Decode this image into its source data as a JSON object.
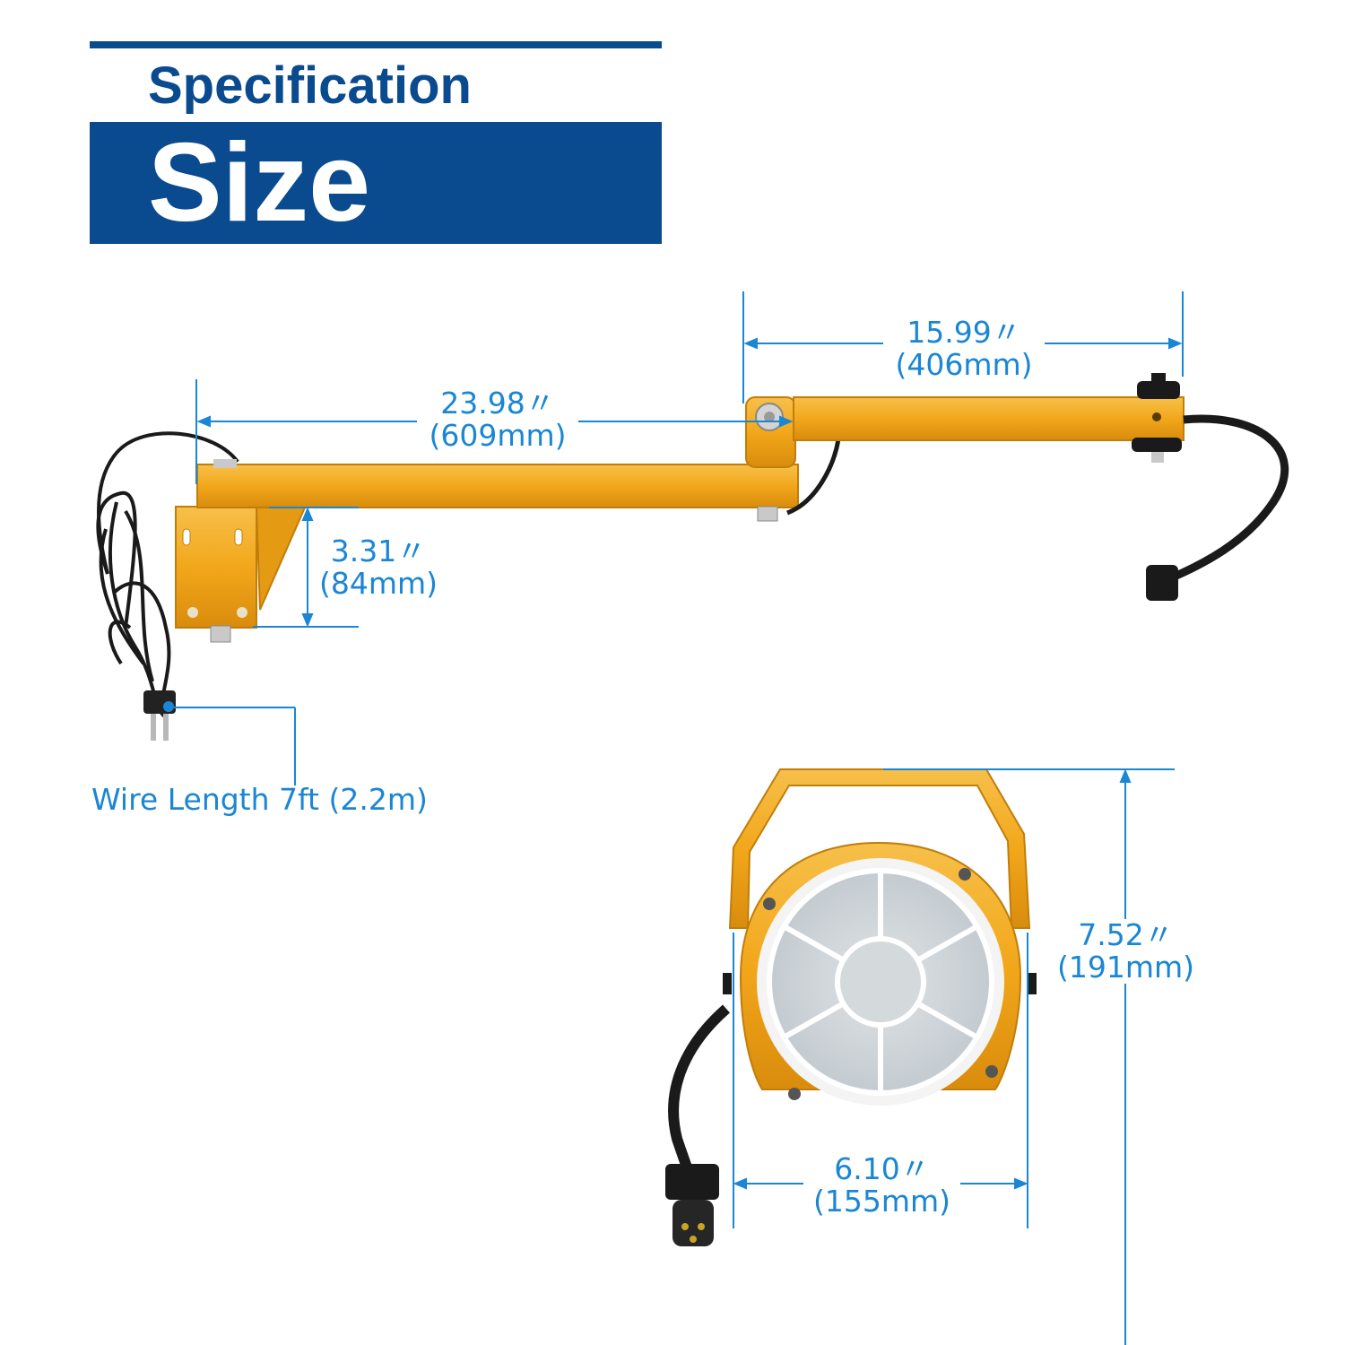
{
  "header": {
    "subtitle": "Specification",
    "title": "Size"
  },
  "dimensions": {
    "arm_length": {
      "inches": "23.98〃",
      "mm": "(609mm)"
    },
    "extension": {
      "inches": "15.99〃",
      "mm": "(406mm)"
    },
    "bracket_height": {
      "inches": "3.31〃",
      "mm": "(84mm)"
    },
    "lamp_height": {
      "inches": "7.52〃",
      "mm": "(191mm)"
    },
    "lamp_width": {
      "inches": "6.10〃",
      "mm": "(155mm)"
    }
  },
  "wire": {
    "label": "Wire Length 7ft (2.2m)"
  },
  "colors": {
    "brand_blue": "#0a4a8f",
    "dimension_blue": "#1a86d4",
    "arm_yellow": "#f2a71b",
    "cable_black": "#1a1a1a"
  }
}
